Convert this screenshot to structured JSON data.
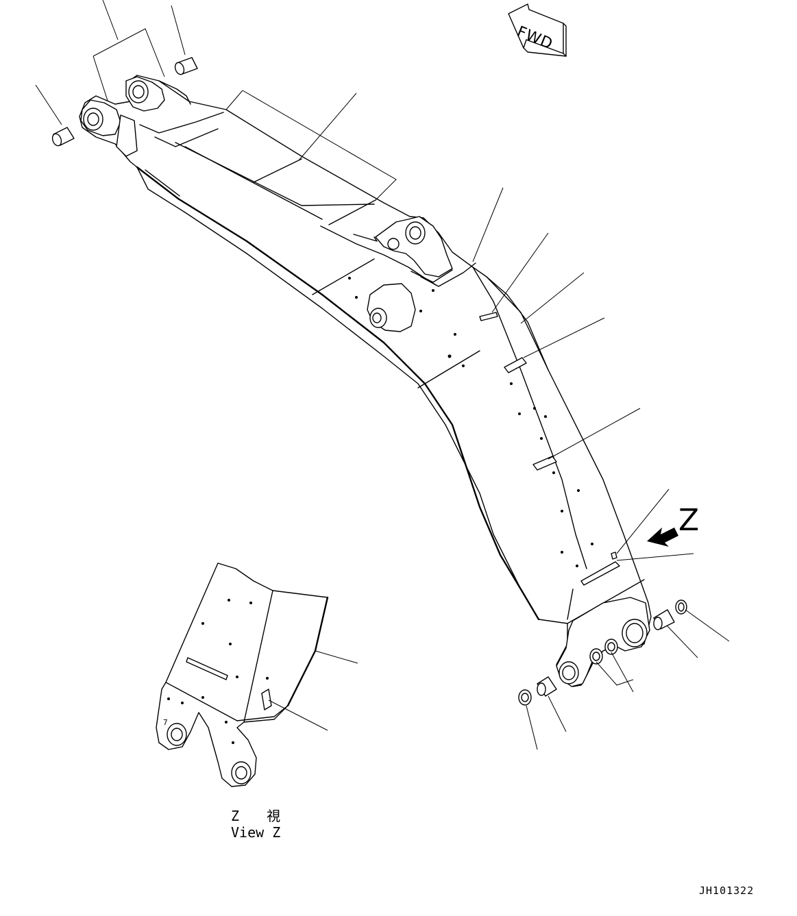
{
  "orientation": {
    "forward_indicator": "FWD"
  },
  "view_reference": {
    "arrow_letter": "Z",
    "caption_jp": "Z 視",
    "caption_en": "View Z"
  },
  "drawing_number": "JH101322"
}
